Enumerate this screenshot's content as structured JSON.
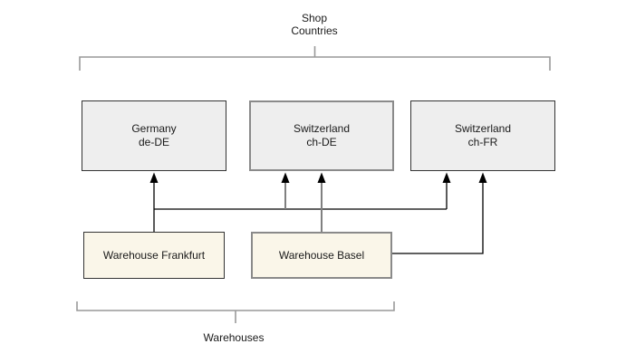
{
  "diagram": {
    "top_group": {
      "label": "Shop Countries",
      "label_lines": [
        "Shop",
        "Countries"
      ]
    },
    "bottom_group": {
      "label": "Warehouses"
    },
    "shop_nodes": [
      {
        "country": "Germany",
        "locale": "de-DE"
      },
      {
        "country": "Switzerland",
        "locale": "ch-DE"
      },
      {
        "country": "Switzerland",
        "locale": "ch-FR"
      }
    ],
    "warehouse_nodes": [
      {
        "label": "Warehouse Frankfurt"
      },
      {
        "label": "Warehouse Basel"
      }
    ],
    "edges": [
      {
        "from": "Warehouse Frankfurt",
        "to": "Germany de-DE"
      },
      {
        "from": "Warehouse Frankfurt",
        "to": "Switzerland ch-DE"
      },
      {
        "from": "Warehouse Frankfurt",
        "to": "Switzerland ch-FR"
      },
      {
        "from": "Warehouse Basel",
        "to": "Switzerland ch-DE"
      },
      {
        "from": "Warehouse Basel",
        "to": "Switzerland ch-FR"
      }
    ],
    "colors": {
      "shop-fill": "#eeeeee",
      "warehouse-fill": "#faf6e9",
      "node-border-dark": "#333333",
      "node-border-gray": "#8a8a8a",
      "edge-black": "#000000",
      "edge-gray": "#808080",
      "bracket": "#999999",
      "text": "#1a1a1a",
      "background": "#ffffff"
    }
  }
}
